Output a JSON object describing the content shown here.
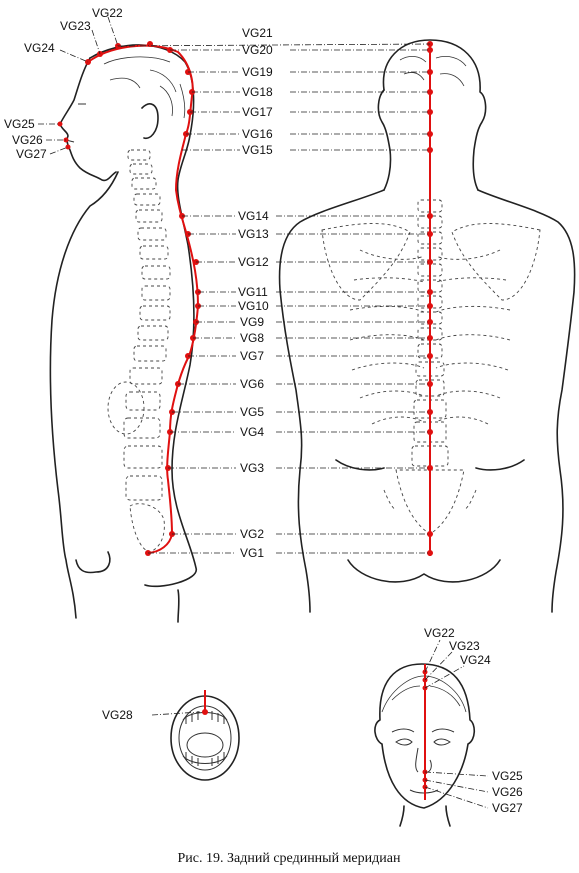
{
  "figure": {
    "caption": "Рис. 19. Задний срединный меридиан",
    "meridian_color": "#e01010",
    "line_color": "#222222"
  },
  "points": {
    "VG1": "VG1",
    "VG2": "VG2",
    "VG3": "VG3",
    "VG4": "VG4",
    "VG5": "VG5",
    "VG6": "VG6",
    "VG7": "VG7",
    "VG8": "VG8",
    "VG9": "VG9",
    "VG10": "VG10",
    "VG11": "VG11",
    "VG12": "VG12",
    "VG13": "VG13",
    "VG14": "VG14",
    "VG15": "VG15",
    "VG16": "VG16",
    "VG17": "VG17",
    "VG18": "VG18",
    "VG19": "VG19",
    "VG20": "VG20",
    "VG21": "VG21",
    "VG22": "VG22",
    "VG23": "VG23",
    "VG24": "VG24",
    "VG25": "VG25",
    "VG26": "VG26",
    "VG27": "VG27",
    "VG28": "VG28"
  }
}
